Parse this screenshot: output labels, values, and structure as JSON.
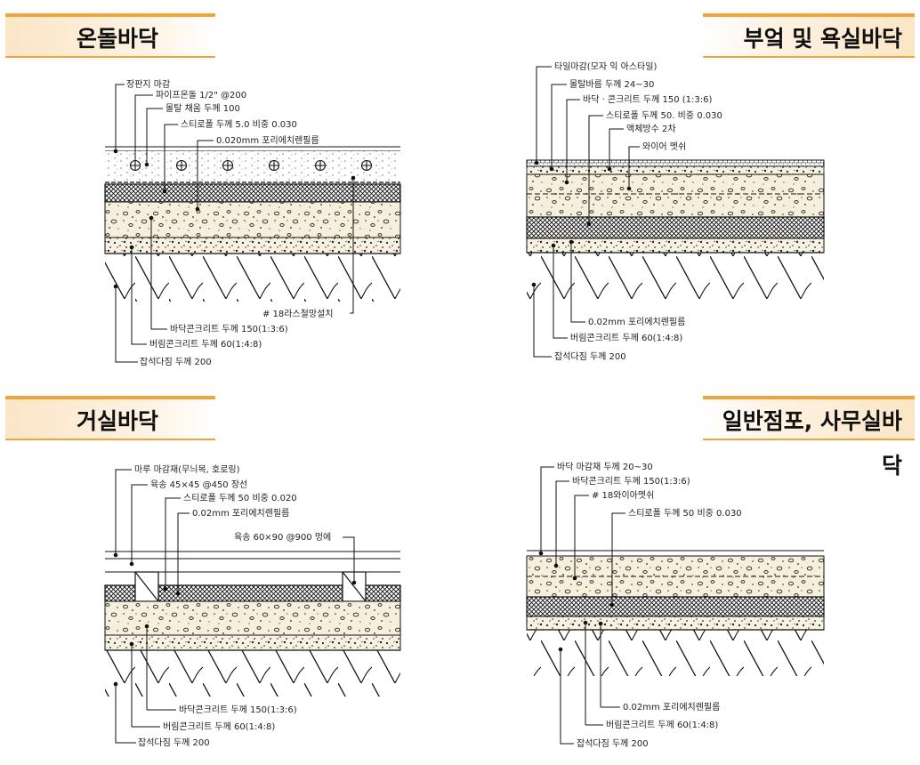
{
  "sections": {
    "ondol": {
      "title": "온돌바닥",
      "labels": [
        "장판지 마감",
        "파이프온돌 1/2\" @200",
        "몰탈 채움 두께 100",
        "스티로폴 두께 5.0  비중 0.030",
        "0.020mm 포리에치렌필름",
        "# 18라스철망설치",
        "바닥콘크리트 두께 150(1:3:6)",
        "버림콘크리트 두께 60(1:4:8)",
        "잡석다짐 두께 200"
      ]
    },
    "kitchen": {
      "title": "부엌 및 욕실바닥",
      "labels": [
        "타일마감(모자 익 아스타일)",
        "몰탈바름 두께 24~30",
        "바닥 · 콘크리트 두께 150 (1:3:6)",
        "스티로폴 두께 50. 비중 0.030",
        "액체방수 2차",
        "와이어 멧쉬",
        "0.02mm 포리에치렌필름",
        "버림콘크리트 두께 60(1:4:8)",
        "잡석다짐 두께 200"
      ]
    },
    "living": {
      "title": "거실바닥",
      "labels": [
        "마루 마감재(무늬목, 호로링)",
        "육송 45×45 @450 장선",
        "스티로폴 두께 50  비중 0.020",
        "0.02mm 포리에치렌필름",
        "육송 60×90 @900 멍에",
        "바닥콘크리트 두께 150(1:3:6)",
        "버림콘크리트 두께 60(1:4:8)",
        "잡석다짐 두께 200"
      ]
    },
    "office": {
      "title": "일반점포, 사무실바닥",
      "labels": [
        "바닥 마감재 두께 20~30",
        "바닥콘크리트 두께 150(1:3:6)",
        "# 18와이아멧쉬",
        "스티로폴 두께 50  비중 0.030",
        "0.02mm 포리에치렌필름",
        "버림콘크리트 두께 60(1:4:8)",
        "잡석다짐 두께 200"
      ]
    }
  }
}
